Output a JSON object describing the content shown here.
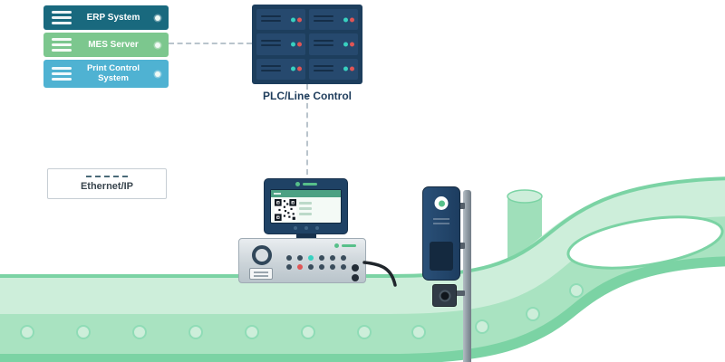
{
  "diagram": {
    "servers": [
      {
        "label": "ERP System",
        "color": "#19697e"
      },
      {
        "label": "MES Server",
        "color": "#7cc78e"
      },
      {
        "label": "Print Control System",
        "color": "#4fb2d2"
      }
    ],
    "plc": {
      "label": "PLC/Line Control",
      "rack_color": "#1d3e5d",
      "unit_color": "#26496e",
      "led_teal": "#38d1c0",
      "led_red": "#e05555"
    },
    "network": {
      "label": "Ethernet/IP"
    },
    "conveyor": {
      "surface_color": "#cdeeda",
      "face_color": "#a9e3c1",
      "edge_color": "#7bd3a4",
      "pillar_color": "#9fdfba"
    },
    "devices": {
      "brand_accent": "#57c08a",
      "printer_body_color": "#1f4265",
      "scanner_body_color": "#1d3d60"
    }
  }
}
